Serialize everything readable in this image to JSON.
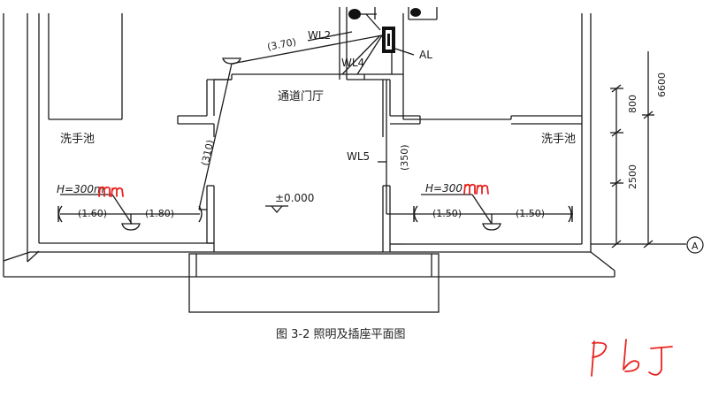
{
  "caption": "图 3-2 照明及插座平面图",
  "labels": {
    "wl2": "WL2",
    "wl4": "WL4",
    "wl5": "WL5",
    "al": "AL",
    "lobby": "通道门厅",
    "sink_left": "洗手池",
    "sink_right": "洗手池",
    "elev": "±0.000",
    "h_left": "H=300m",
    "h_right": "H=300",
    "d_370": "(3.70)",
    "d_310": "(310)",
    "d_350": "(350)",
    "d_160": "(1.60)",
    "d_180": "(1.80)",
    "d_150a": "(1.50)",
    "d_150b": "(1.50)",
    "dim_800": "800",
    "dim_6600": "6600",
    "dim_2500": "2500",
    "axis_a": "A"
  },
  "handwriting": {
    "mm_left": "mm",
    "mm_right": "mm",
    "signature": "P b J"
  },
  "colors": {
    "line": "#1a1a1a",
    "ink_red": "#e8231f"
  }
}
